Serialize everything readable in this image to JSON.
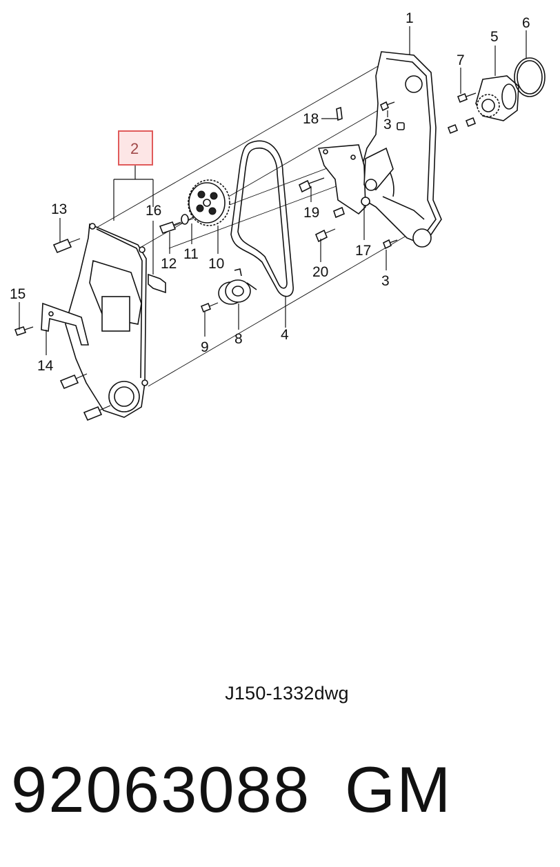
{
  "diagram": {
    "callouts": [
      {
        "id": "c1",
        "text": "1"
      },
      {
        "id": "c2",
        "text": "2",
        "highlighted": true
      },
      {
        "id": "c3a",
        "text": "3"
      },
      {
        "id": "c3b",
        "text": "3"
      },
      {
        "id": "c4",
        "text": "4"
      },
      {
        "id": "c5",
        "text": "5"
      },
      {
        "id": "c6",
        "text": "6"
      },
      {
        "id": "c7",
        "text": "7"
      },
      {
        "id": "c8",
        "text": "8"
      },
      {
        "id": "c9",
        "text": "9"
      },
      {
        "id": "c10",
        "text": "10"
      },
      {
        "id": "c11",
        "text": "11"
      },
      {
        "id": "c12",
        "text": "12"
      },
      {
        "id": "c13",
        "text": "13"
      },
      {
        "id": "c14",
        "text": "14"
      },
      {
        "id": "c15",
        "text": "15"
      },
      {
        "id": "c16",
        "text": "16"
      },
      {
        "id": "c17",
        "text": "17"
      },
      {
        "id": "c18",
        "text": "18"
      },
      {
        "id": "c19",
        "text": "19"
      },
      {
        "id": "c20",
        "text": "20"
      }
    ],
    "highlight_color": "#e05a5a",
    "highlight_fill": "#fde6e6"
  },
  "drawing_code": "J150-1332dwg",
  "part_number": "92063088",
  "brand": "GM"
}
